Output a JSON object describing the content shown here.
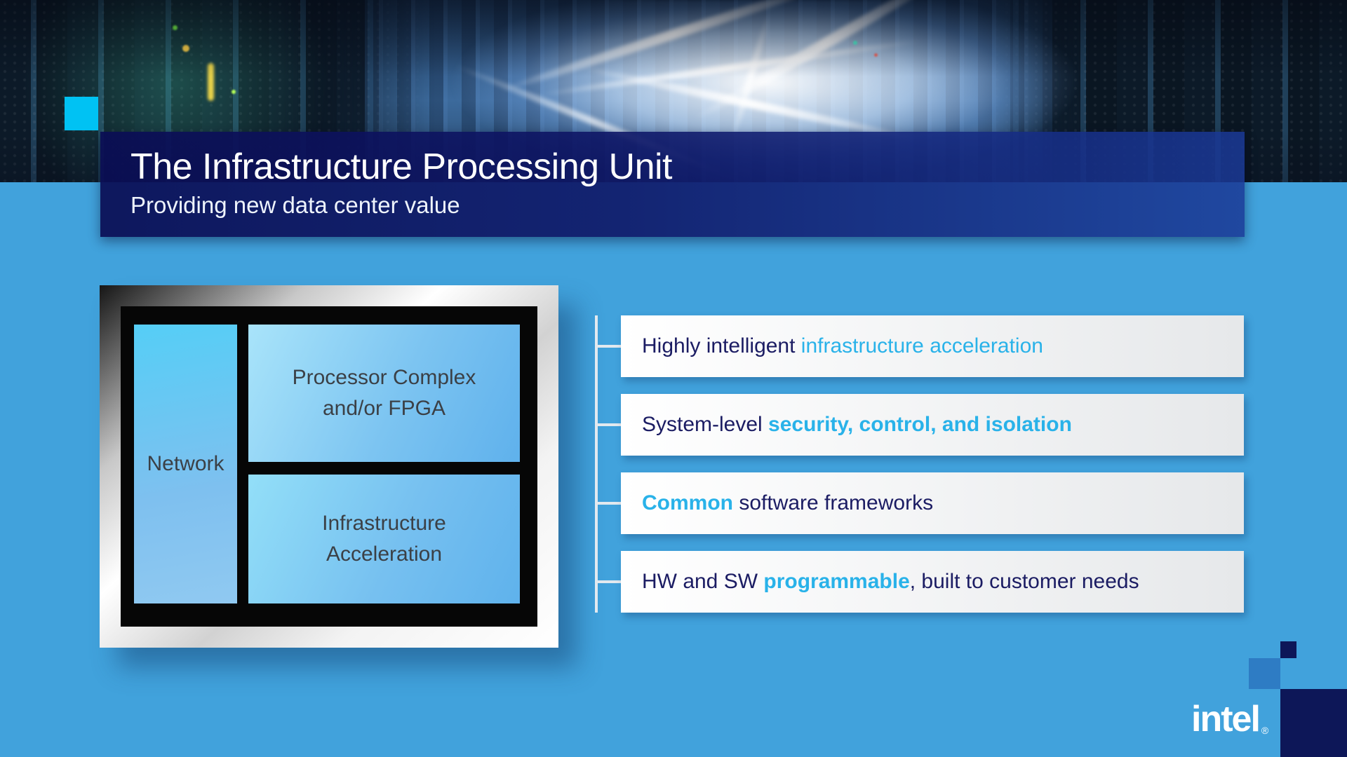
{
  "header": {
    "title": "The Infrastructure Processing Unit",
    "subtitle": "Providing new data center value"
  },
  "diagram": {
    "network": "Network",
    "processor_line1": "Processor Complex",
    "processor_line2": "and/or FPGA",
    "accel_line1": "Infrastructure",
    "accel_line2": "Acceleration"
  },
  "bullets": [
    {
      "prefix": "Highly intelligent ",
      "highlight": "infrastructure acceleration",
      "suffix": ""
    },
    {
      "prefix": "System-level ",
      "highlight": "security, control, and isolation",
      "suffix": ""
    },
    {
      "prefix": "",
      "highlight": "Common",
      "suffix": " software frameworks"
    },
    {
      "prefix": "HW and SW ",
      "highlight": "programmable",
      "suffix": ", built to customer needs"
    }
  ],
  "footer": {
    "brand": "intel",
    "registered": "®"
  },
  "colors": {
    "background": "#41a2dc",
    "band_navy_dark": "#0a0d54",
    "band_navy_light": "#1a3996",
    "accent_cyan_text": "#29b2e9",
    "navy_text": "#1b1c63",
    "accent_square_cyan": "#00c2f3",
    "decor_square_blue": "#2e7cc4",
    "decor_navy": "#0d1758",
    "bar_gradient_start": "#ffffff",
    "bar_gradient_end": "#e6e8ea",
    "chip_black": "#060606"
  }
}
